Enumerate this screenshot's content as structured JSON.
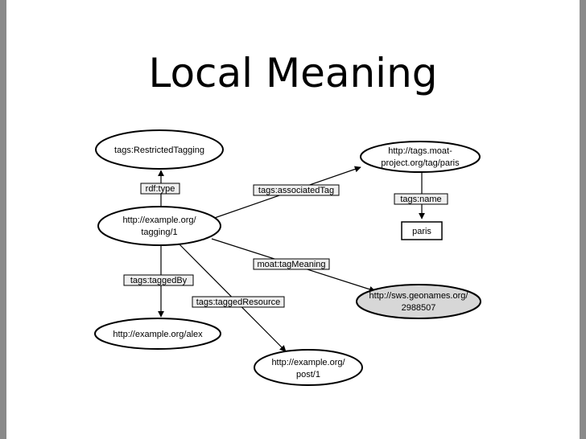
{
  "title": "Local Meaning",
  "nodes": {
    "restricted_tagging": {
      "lines": [
        "tags:RestrictedTagging"
      ]
    },
    "paris_tag": {
      "lines": [
        "http://tags.moat-",
        "project.org/tag/paris"
      ]
    },
    "tagging": {
      "lines": [
        "http://example.org/",
        "tagging/1"
      ]
    },
    "alex": {
      "lines": [
        "http://example.org/alex"
      ]
    },
    "post": {
      "lines": [
        "http://example.org/",
        "post/1"
      ]
    },
    "geonames": {
      "lines": [
        "http://sws.geonames.org/",
        "2988507"
      ]
    },
    "paris_literal": {
      "lines": [
        "paris"
      ]
    }
  },
  "edges": {
    "rdf_type": "rdf:type",
    "associated_tag": "tags:associatedTag",
    "tag_name": "tags:name",
    "tag_meaning": "moat:tagMeaning",
    "tagged_by": "tags:taggedBy",
    "tagged_resource": "tags:taggedResource"
  },
  "colors": {
    "background_frame": "#8a8a8a",
    "slide": "#ffffff",
    "highlighted_node_fill": "#d7d7d7",
    "label_fill": "#efefef"
  }
}
